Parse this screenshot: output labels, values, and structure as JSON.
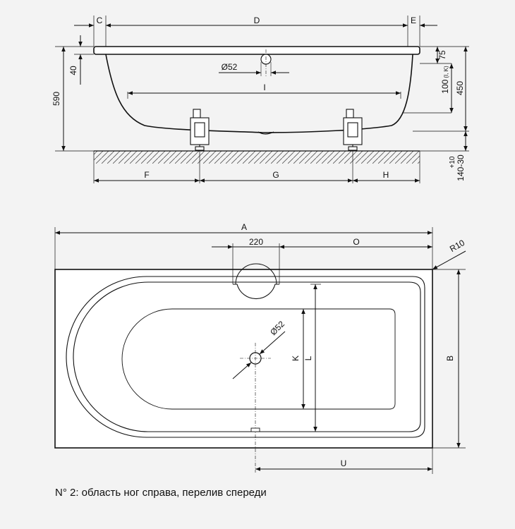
{
  "side_view": {
    "dims": {
      "c": "C",
      "d": "D",
      "e": "E",
      "h590": "590",
      "h40": "40",
      "h75": "75",
      "h100": "100",
      "h100_note": "(I, K)",
      "h450": "450",
      "floor_top": "+10",
      "floor_bottom": "140-30",
      "diam": "Ø52",
      "i": "I",
      "f": "F",
      "g": "G",
      "h": "H"
    }
  },
  "top_view": {
    "dims": {
      "a": "A",
      "w220": "220",
      "o": "O",
      "r10": "R10",
      "b": "B",
      "diam": "Ø52",
      "k": "K",
      "l": "L",
      "u": "U"
    }
  },
  "caption": "N° 2: область ног справа, перелив спереди"
}
